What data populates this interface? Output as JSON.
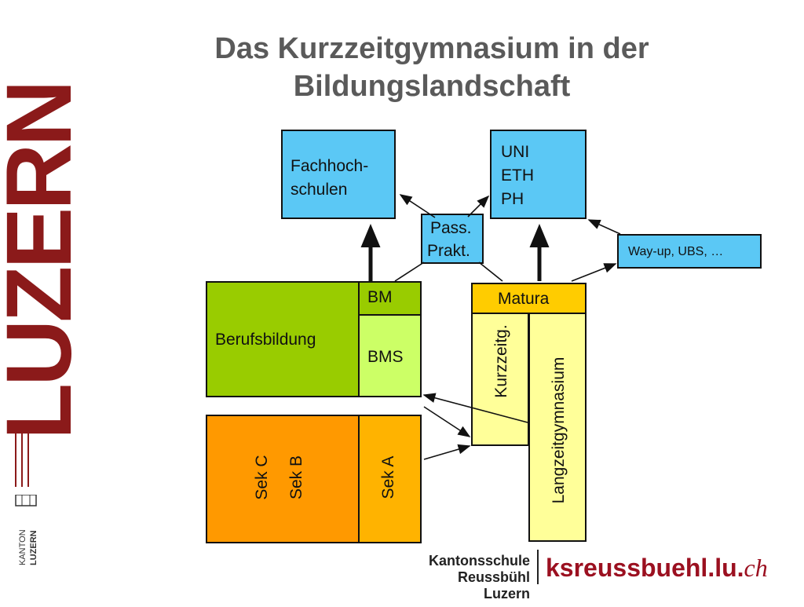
{
  "title": "Das Kurzzeitgymnasium in der Bildungslandschaft",
  "brand": {
    "vertical_text": "LUZERN",
    "kanton_top": "KANTON",
    "kanton_bottom": "LUZERN",
    "school_line1": "Kantonsschule",
    "school_line2": "Reussbühl Luzern",
    "url_main": "ksreussbuehl.lu.",
    "url_ext": "ch"
  },
  "diagram": {
    "fachhochschulen": [
      "Fachhoch-",
      "schulen"
    ],
    "uni": [
      "UNI",
      "ETH",
      "PH"
    ],
    "pass": [
      "Pass.",
      "Prakt."
    ],
    "wayup": "Way-up, UBS, …",
    "berufsbildung": "Berufsbildung",
    "bm": "BM",
    "bms": "BMS",
    "matura": "Matura",
    "kurzzeitg": "Kurzzeitg.",
    "langzeit": "Langzeitgymnasium",
    "sek_c": "Sek C",
    "sek_b": "Sek B",
    "sek_a": "Sek A"
  },
  "colors": {
    "blue": "#5bc8f5",
    "green": "#99cc00",
    "lightgreen": "#ccff66",
    "yellow": "#ffcc00",
    "lightyellow": "#ffff99",
    "orange": "#ff9900",
    "lightorange": "#ffb300",
    "brand_red": "#8b1a1a"
  }
}
